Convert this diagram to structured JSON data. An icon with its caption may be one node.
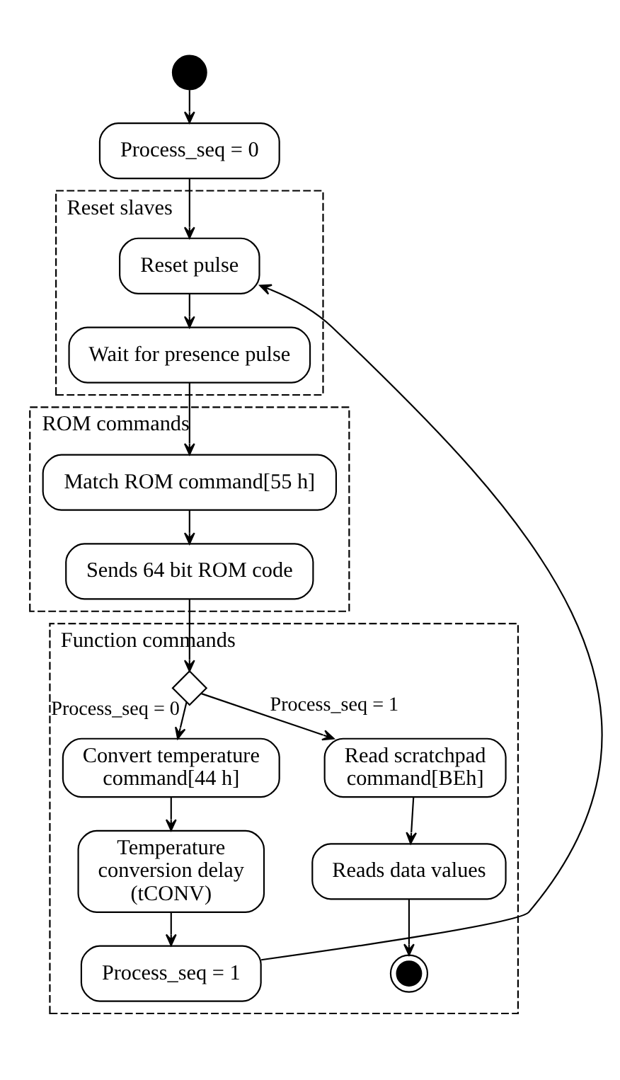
{
  "diagram": {
    "nodes": [
      {
        "text": [],
        "shape": "circle"
      },
      {
        "text": [
          "Process_seq = 0"
        ]
      },
      {
        "text": [
          "Reset slaves"
        ]
      },
      {
        "text": [
          "Reset pulse"
        ],
        "in": 2
      },
      {
        "text": [
          "Wait for presence pulse"
        ],
        "in": 2
      },
      {
        "text": [
          "ROM commands"
        ]
      },
      {
        "text": [
          "Match ROM command[55 h]"
        ],
        "in": 5
      },
      {
        "text": [
          "Sends 64 bit ROM code"
        ],
        "in": 5
      },
      {
        "text": [
          "Function commands"
        ]
      },
      {
        "text": [],
        "shape": "diamond",
        "in": 8
      },
      {
        "text": [
          "Convert temperature command[44 h]"
        ],
        "in": 8
      },
      {
        "text": [
          "Temperature conversion delay (tCONV)"
        ],
        "in": 8
      },
      {
        "text": [
          "Process_seq = 1"
        ],
        "in": 8
      },
      {
        "text": [
          "Read scratchpad command[BEh]"
        ],
        "in": 8
      },
      {
        "text": [
          "Reads data values"
        ],
        "in": 8
      },
      {
        "text": [],
        "shape": "circle",
        "in": 8
      }
    ],
    "edges": [
      {
        "from": 0,
        "to": 1,
        "arrow": "to"
      },
      {
        "from": 1,
        "to": 3,
        "arrow": "to"
      },
      {
        "from": 3,
        "to": 4,
        "arrow": "to"
      },
      {
        "from": 4,
        "to": 6,
        "arrow": "to"
      },
      {
        "from": 6,
        "to": 7,
        "arrow": "to"
      },
      {
        "from": 7,
        "to": 9,
        "arrow": "to"
      },
      {
        "from": 9,
        "to": 10,
        "arrow": "to",
        "label": "Process_seq = 0"
      },
      {
        "from": 9,
        "to": 13,
        "arrow": "to",
        "label": "Process_seq = 1"
      },
      {
        "from": 10,
        "to": 11,
        "arrow": "to"
      },
      {
        "from": 11,
        "to": 12,
        "arrow": "to"
      },
      {
        "from": 12,
        "to": 3,
        "arrow": "to"
      },
      {
        "from": 13,
        "to": 14,
        "arrow": "to"
      },
      {
        "from": 14,
        "to": 15,
        "arrow": "to"
      }
    ]
  }
}
